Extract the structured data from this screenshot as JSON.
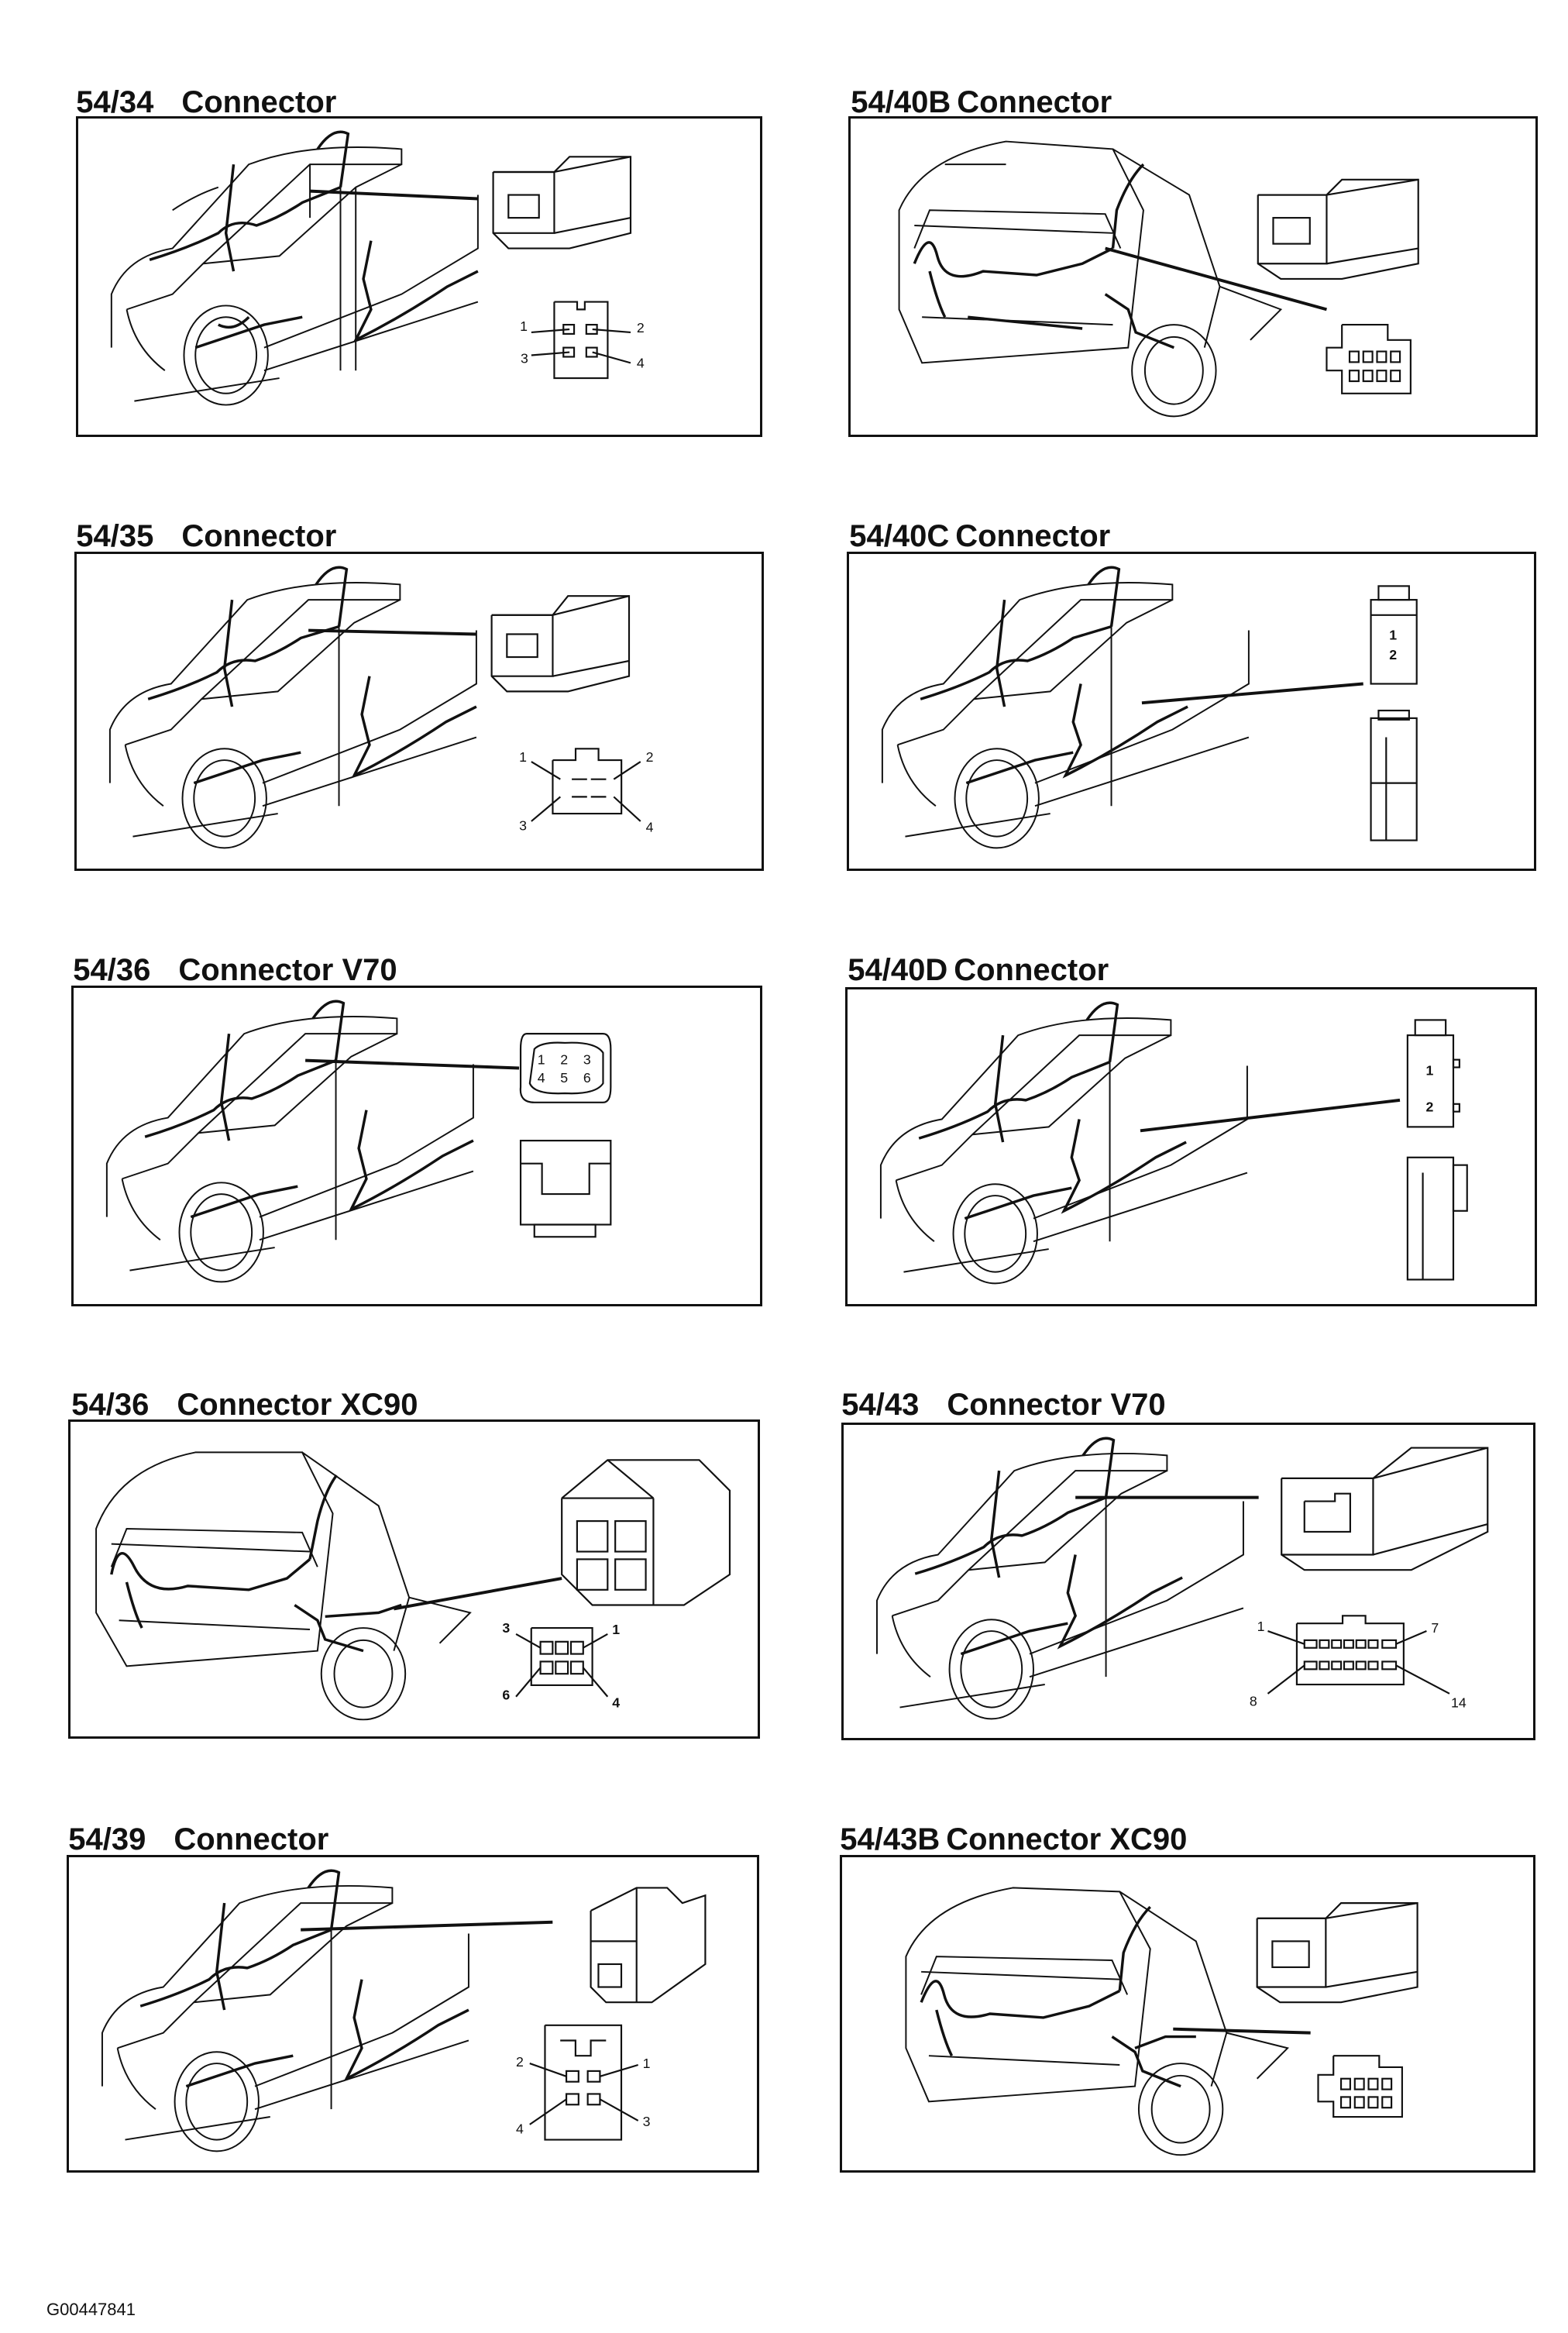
{
  "panels": [
    {
      "code": "54/34",
      "name": "Connector",
      "pins": [
        "1",
        "2",
        "3",
        "4"
      ]
    },
    {
      "code": "54/40B",
      "name": "Connector",
      "pins": []
    },
    {
      "code": "54/35",
      "name": "Connector",
      "pins": [
        "1",
        "2",
        "3",
        "4"
      ]
    },
    {
      "code": "54/40C",
      "name": "Connector",
      "pins": [
        "1",
        "2"
      ]
    },
    {
      "code": "54/36",
      "name": "Connector V70",
      "pins": [
        "1",
        "2",
        "3",
        "4",
        "5",
        "6"
      ]
    },
    {
      "code": "54/40D",
      "name": "Connector",
      "pins": [
        "1",
        "2"
      ]
    },
    {
      "code": "54/36",
      "name": "Connector XC90",
      "pins": [
        "3",
        "1",
        "6",
        "4"
      ]
    },
    {
      "code": "54/43",
      "name": "Connector V70",
      "pins": [
        "1",
        "7",
        "8",
        "14"
      ]
    },
    {
      "code": "54/39",
      "name": "Connector",
      "pins": [
        "2",
        "1",
        "4",
        "3"
      ]
    },
    {
      "code": "54/43B",
      "name": "Connector XC90",
      "pins": []
    }
  ],
  "figure_id": "G00447841"
}
